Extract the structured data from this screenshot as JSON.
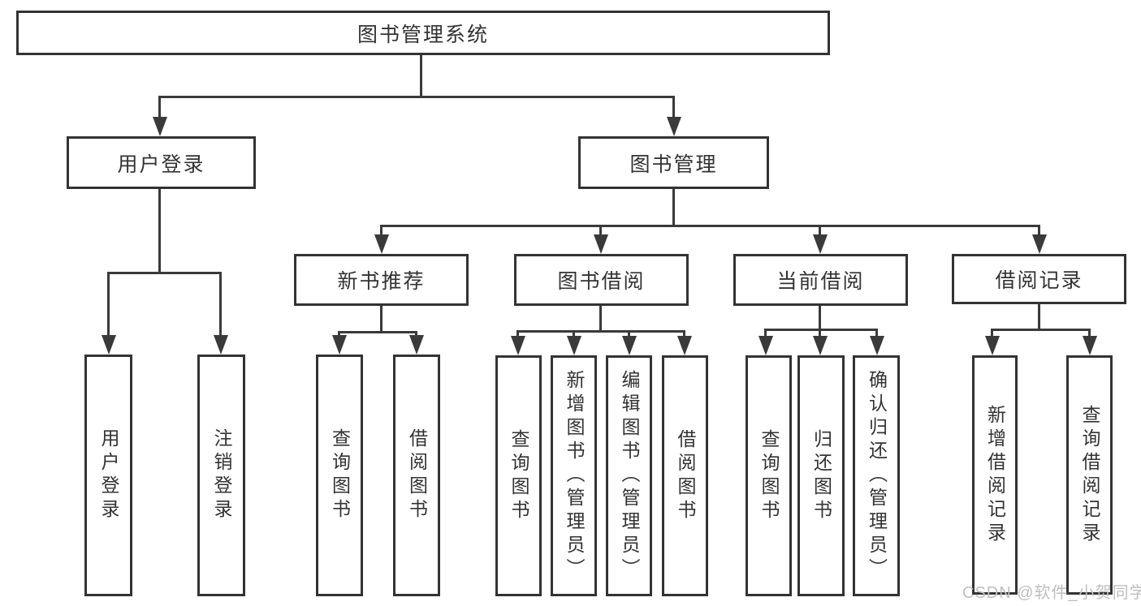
{
  "diagram": {
    "root": {
      "label": "图书管理系统"
    },
    "level2": [
      {
        "label": "用户登录"
      },
      {
        "label": "图书管理"
      }
    ],
    "level3": [
      {
        "label": "新书推荐"
      },
      {
        "label": "图书借阅"
      },
      {
        "label": "当前借阅"
      },
      {
        "label": "借阅记录"
      }
    ],
    "leaves": {
      "user_login": [
        "用户登录",
        "注销登录"
      ],
      "new_book_rec": [
        "查询图书",
        "借阅图书"
      ],
      "book_borrow": [
        "查询图书",
        "新增图书（管理员）",
        "编辑图书（管理员）",
        "借阅图书"
      ],
      "current_borrow": [
        "查询图书",
        "归还图书",
        "确认归还（管理员）"
      ],
      "borrow_record": [
        "新增借阅记录",
        "查询借阅记录"
      ]
    },
    "watermark": "CSDN @软件_小贺同学"
  },
  "colors": {
    "line": "#3a3a3a",
    "border": "#333333",
    "text": "#333333",
    "watermark": "#bfbfbf",
    "background": "#ffffff"
  }
}
